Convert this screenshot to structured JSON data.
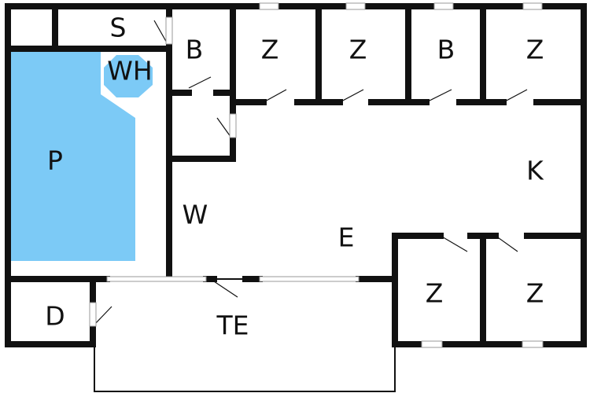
{
  "floorplan": {
    "rooms": {
      "s": "S",
      "wh": "WH",
      "b1": "B",
      "z1": "Z",
      "z2": "Z",
      "b2": "B",
      "z3": "Z",
      "p": "P",
      "k": "K",
      "w": "W",
      "e": "E",
      "z4": "Z",
      "z5": "Z",
      "d": "D",
      "te": "TE"
    },
    "colors": {
      "pool": "#7ccaf6",
      "wall": "#111111",
      "background": "#ffffff",
      "window": "#dddddd"
    }
  }
}
